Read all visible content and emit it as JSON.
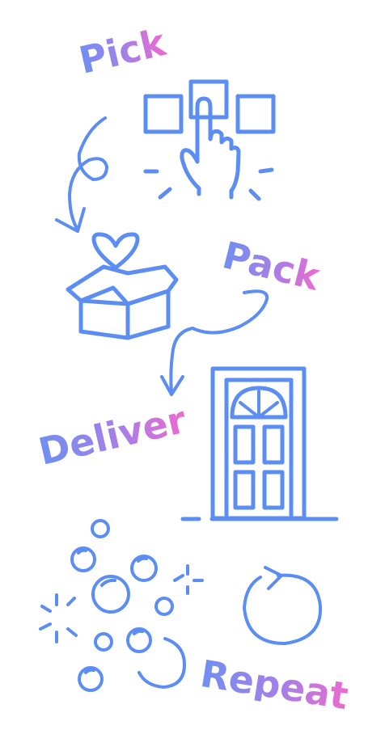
{
  "steps": [
    {
      "label": "Pick"
    },
    {
      "label": "Pack"
    },
    {
      "label": "Deliver"
    },
    {
      "label": "Repeat"
    }
  ],
  "icons": [
    "hand-pointer-selecting-boxes-icon",
    "gift-box-with-heart-icon",
    "front-door-icon",
    "bubbles-icon",
    "repeat-arrow-icon",
    "curved-arrow-icon"
  ],
  "colors": {
    "stroke": "#5b8df2",
    "gradient_start": "#6f8ff2",
    "gradient_mid": "#a77fe6",
    "gradient_end": "#ec6ad0"
  }
}
